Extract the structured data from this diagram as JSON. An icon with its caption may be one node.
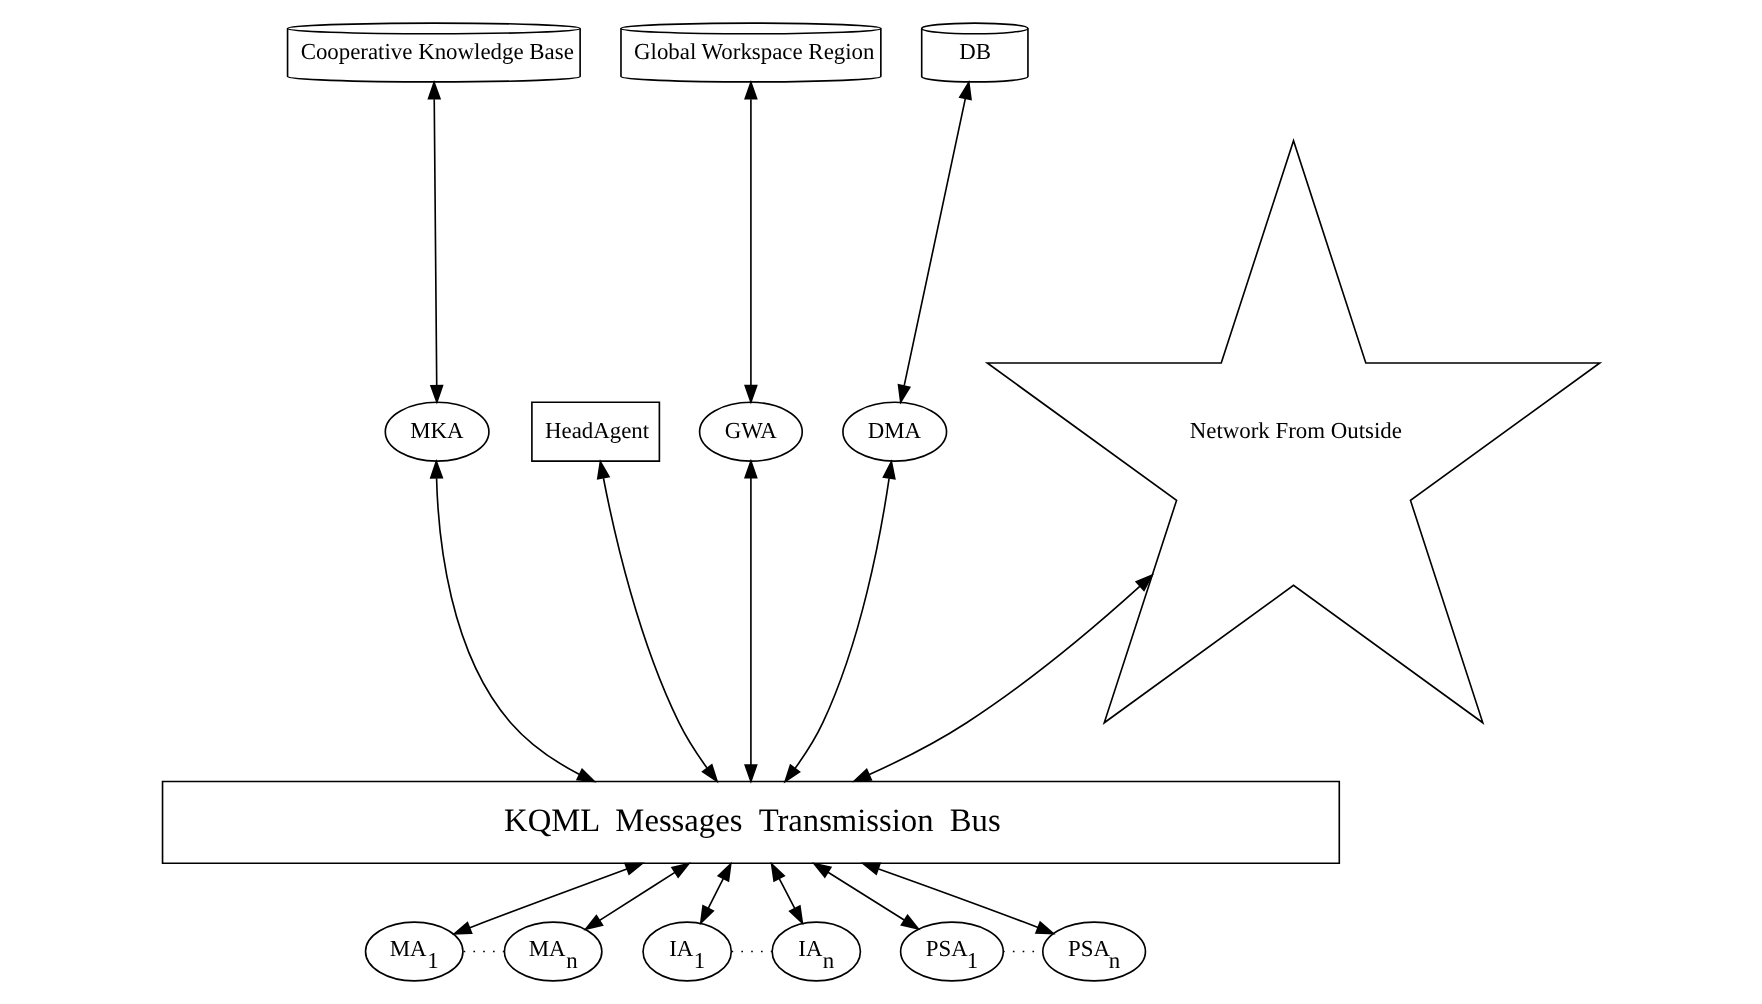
{
  "diagram": {
    "nodes": [
      {
        "text": [
          "Cooperative Knowledge Base"
        ]
      },
      {
        "text": [
          "Global Workspace Region"
        ]
      },
      {
        "text": [
          "DB"
        ]
      },
      {
        "text": [
          "HeadAgent"
        ]
      },
      {
        "text": [
          "MKA"
        ]
      },
      {
        "text": [
          "GWA"
        ]
      },
      {
        "text": [
          "DMA"
        ]
      },
      {
        "text": [
          "Network From Outside"
        ]
      },
      {
        "text": [
          "KQML  Messages  Transmission  Bus"
        ]
      },
      {
        "text": [
          "MA$_{1}$"
        ]
      },
      {
        "text": [
          "MA$_{n}$"
        ]
      },
      {
        "text": [
          "IA$_{1}$"
        ]
      },
      {
        "text": [
          "IA$_{n}$"
        ]
      },
      {
        "text": [
          "PSA$_{1}$"
        ]
      },
      {
        "text": [
          "PSA$_{n}$"
        ]
      }
    ],
    "edges": [
      {
        "from": 0,
        "to": 4,
        "arrow": "both"
      },
      {
        "from": 1,
        "to": 5,
        "arrow": "both"
      },
      {
        "from": 2,
        "to": 6,
        "arrow": "both"
      },
      {
        "from": 3,
        "to": 8,
        "arrow": "both"
      },
      {
        "from": 4,
        "to": 8,
        "arrow": "both"
      },
      {
        "from": 5,
        "to": 8,
        "arrow": "both"
      },
      {
        "from": 6,
        "to": 8,
        "arrow": "both"
      },
      {
        "from": 7,
        "to": 8,
        "arrow": "both"
      },
      {
        "from": 8,
        "to": 9,
        "arrow": "both"
      },
      {
        "from": 8,
        "to": 10,
        "arrow": "both"
      },
      {
        "from": 8,
        "to": 11,
        "arrow": "both"
      },
      {
        "from": 8,
        "to": 12,
        "arrow": "both"
      },
      {
        "from": 8,
        "to": 13,
        "arrow": "both"
      },
      {
        "from": 8,
        "to": 14,
        "arrow": "both"
      },
      {
        "from": 9,
        "to": 10,
        "arrow": "none",
        "style": "dashed"
      },
      {
        "from": 11,
        "to": 12,
        "arrow": "none",
        "style": "dashed"
      },
      {
        "from": 13,
        "to": 14,
        "arrow": "none",
        "style": "dashed"
      }
    ]
  }
}
